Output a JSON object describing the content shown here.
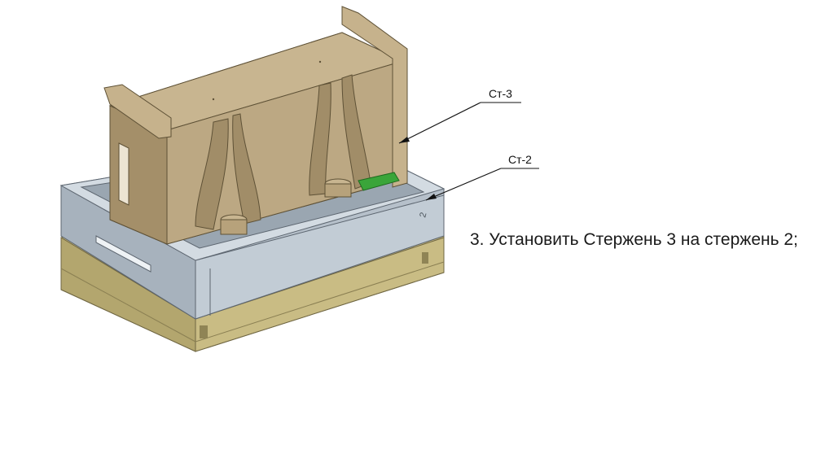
{
  "caption": "3. Установить Стержень 3 на стержень 2;",
  "callouts": {
    "core3": "Ст-3",
    "core2": "Ст-2"
  },
  "colors": {
    "core_tan": "#b9a47e",
    "core_tan_dark": "#8e7c5a",
    "box_gray": "#aebac6",
    "box_gray_dark": "#7f8b97",
    "base_yellow": "#bfb27a",
    "base_yellow_dark": "#8f8455",
    "green_part": "#3aa53a"
  }
}
